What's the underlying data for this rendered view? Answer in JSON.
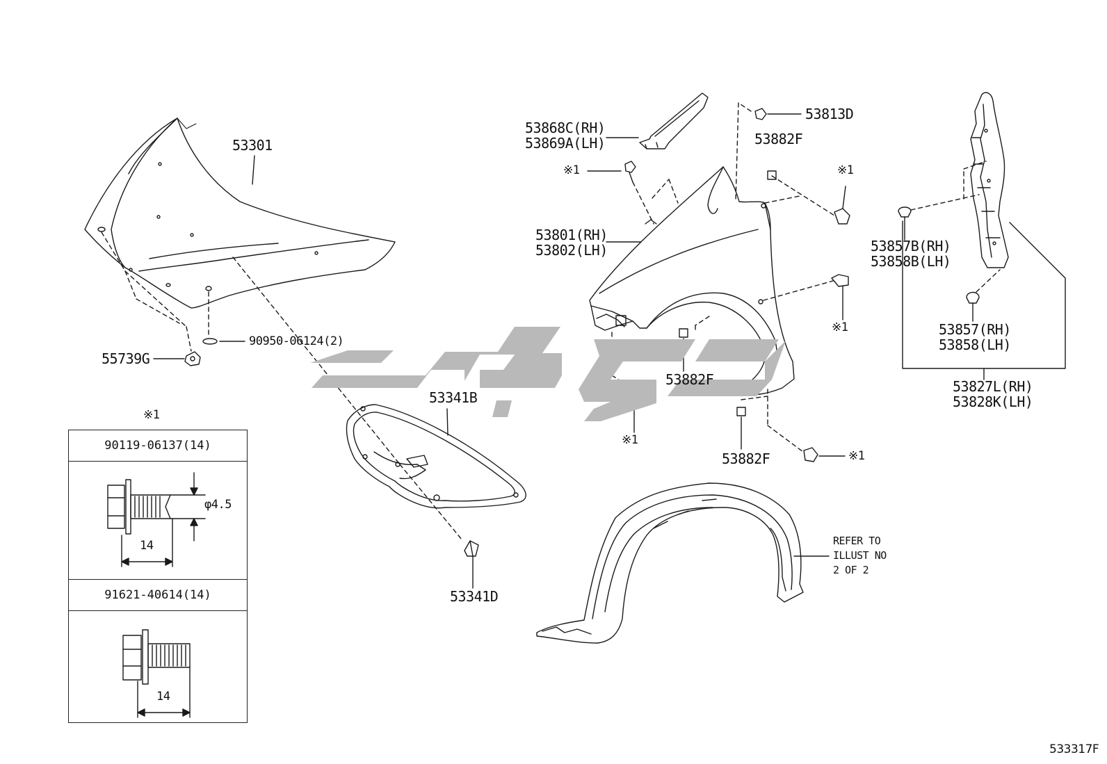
{
  "labels": {
    "hood": "53301",
    "hood_hinge_cap": "90950-06124(2)",
    "hood_cushion": "55739G",
    "hood_insulator": "53341B",
    "insulator_clip": "53341D",
    "fender_seal_rh": "53868C(RH)",
    "fender_seal_lh": "53869A(LH)",
    "fender_rh": "53801(RH)",
    "fender_lh": "53802(LH)",
    "fender_bolt_top": "53813D",
    "fender_nut_top": "53882F",
    "fender_nut_mid": "53882F",
    "fender_nut_low": "53882F",
    "spacer_b_rh": "53857B(RH)",
    "spacer_b_lh": "53858B(LH)",
    "spacer_rh": "53857(RH)",
    "spacer_lh": "53858(LH)",
    "bracket_rh": "53827L(RH)",
    "bracket_lh": "53828K(LH)",
    "ref_note": "REFER TO\nILLUST NO\n2 OF 2",
    "mark": "※1",
    "diagram_code": "533317F"
  },
  "fastener_panel": {
    "header_mark": "※1",
    "bolt1_part": "90119-06137(14)",
    "bolt1_dia": "φ4.5",
    "bolt1_len": "14",
    "bolt2_part": "91621-40614(14)",
    "bolt2_len": "14"
  },
  "colors": {
    "line": "#1a1a1a",
    "watermark": "#b9b9b9"
  }
}
